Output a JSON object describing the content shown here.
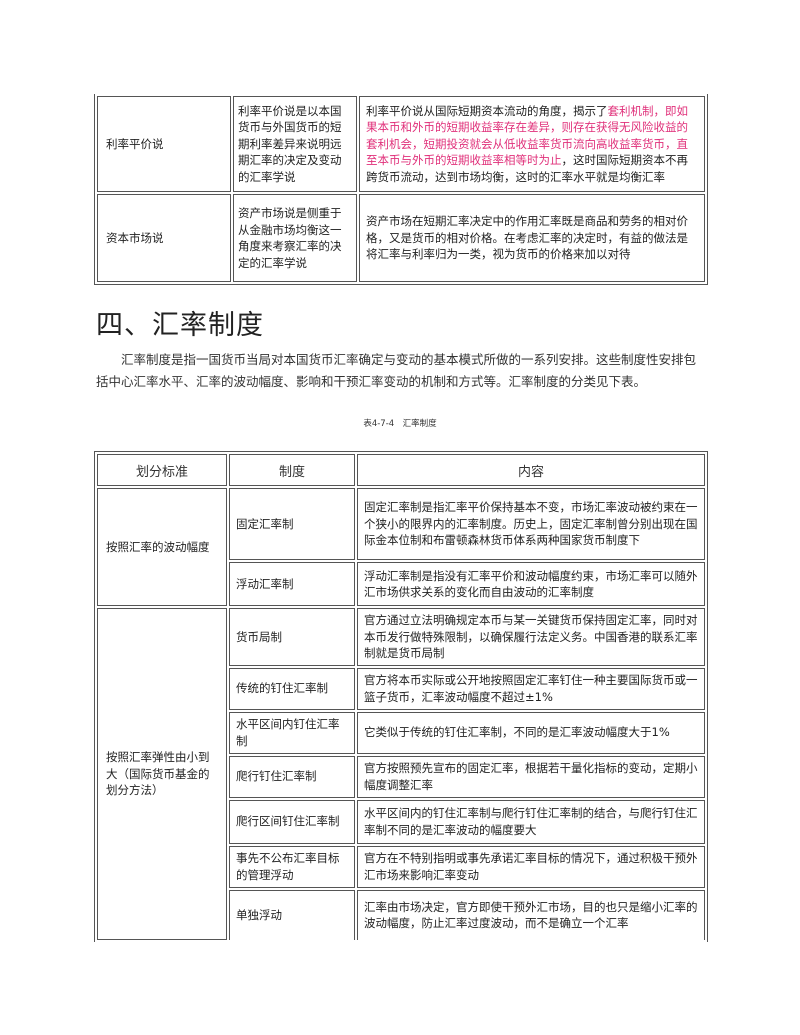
{
  "top_table": {
    "rows": [
      {
        "name": "利率平价说",
        "summary": "利率平价说是以本国货币与外国货币的短期利率差异来说明远期汇率的决定及变动的汇率学说",
        "detail_before": "利率平价说从国际短期资本流动的角度，揭示了",
        "detail_pink": "套利机制，即如果本币和外币的短期收益率存在差异，则存在获得无风险收益的套利机会，短期投资就会从低收益率货币流向高收益率货币，直至本币与外币的短期收益率相等时为止",
        "detail_after": "，这时国际短期资本不再跨货币流动，达到市场均衡，这时的汇率水平就是均衡汇率"
      },
      {
        "name": "资本市场说",
        "summary": "资产市场说是侧重于从金融市场均衡这一角度来考察汇率的决定的汇率学说",
        "detail": "资产市场在短期汇率决定中的作用汇率既是商品和劳务的相对价格，又是货币的相对价格。在考虑汇率的决定时，有益的做法是将汇率与利率归为一类，视为货币的价格来加以对待"
      }
    ]
  },
  "section": {
    "heading": "四、汇率制度",
    "intro": "汇率制度是指一国货币当局对本国货币汇率确定与变动的基本模式所做的一系列安排。这些制度性安排包括中心汇率水平、汇率的波动幅度、影响和干预汇率变动的机制和方式等。汇率制度的分类见下表。",
    "caption": "表4-7-4　汇率制度"
  },
  "main_table": {
    "headers": [
      "划分标准",
      "制度",
      "内容"
    ],
    "groups": [
      {
        "criterion": "按照汇率的波动幅度",
        "rows": [
          {
            "system": "固定汇率制",
            "content": "固定汇率制是指汇率平价保持基本不变，市场汇率波动被约束在一个狭小的限界内的汇率制度。历史上，固定汇率制曾分别出现在国际金本位制和布雷顿森林货币体系两种国家货币制度下"
          },
          {
            "system": "浮动汇率制",
            "content": "浮动汇率制是指没有汇率平价和波动幅度约束，市场汇率可以随外汇市场供求关系的变化而自由波动的汇率制度"
          }
        ]
      },
      {
        "criterion": "按照汇率弹性由小到大（国际货币基金的划分方法）",
        "rows": [
          {
            "system": "货币局制",
            "content": "官方通过立法明确规定本币与某一关键货币保持固定汇率，同时对本币发行做特殊限制，以确保履行法定义务。中国香港的联系汇率制就是货币局制"
          },
          {
            "system": "传统的钉住汇率制",
            "content": "官方将本币实际或公开地按照固定汇率钉住一种主要国际货币或一篮子货币，汇率波动幅度不超过±1%"
          },
          {
            "system": "水平区间内钉住汇率制",
            "content": "它类似于传统的钉住汇率制，不同的是汇率波动幅度大于1%"
          },
          {
            "system": "爬行钉住汇率制",
            "content": "官方按照预先宣布的固定汇率，根据若干量化指标的变动，定期小幅度调整汇率"
          },
          {
            "system": "爬行区间钉住汇率制",
            "content": "水平区间内的钉住汇率制与爬行钉住汇率制的结合，与爬行钉住汇率制不同的是汇率波动的幅度要大"
          },
          {
            "system": "事先不公布汇率目标的管理浮动",
            "content": "官方在不特别指明或事先承诺汇率目标的情况下，通过积极干预外汇市场来影响汇率变动"
          },
          {
            "system": "单独浮动",
            "content": "汇率由市场决定，官方即使干预外汇市场，目的也只是缩小汇率的波动幅度，防止汇率过度波动，而不是确立一个汇率"
          }
        ]
      }
    ]
  }
}
